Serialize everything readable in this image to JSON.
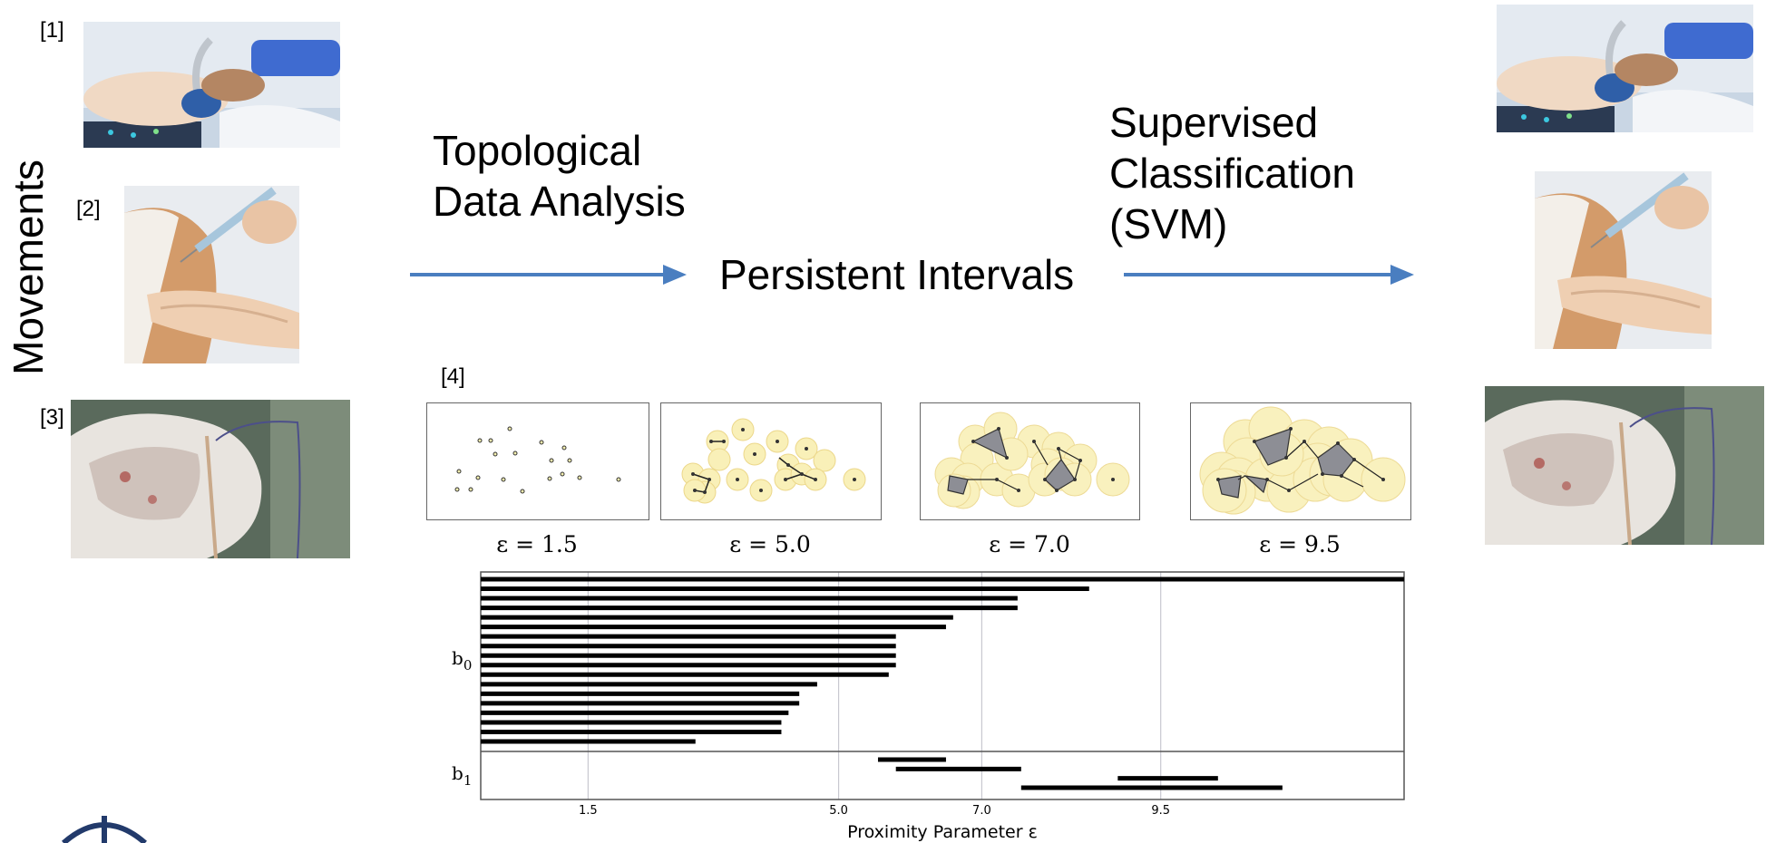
{
  "side_label": "Movements",
  "refs": [
    "[1]",
    "[2]",
    "[3]",
    "[4]"
  ],
  "photos": [
    {
      "name": "ultrasound-photo",
      "subject": "ultrasound probe"
    },
    {
      "name": "injection-photo",
      "subject": "syringe injection in arm"
    },
    {
      "name": "suturing-photo",
      "subject": "gloved hand suturing with needle holder"
    }
  ],
  "step1_label_line1": "Topological",
  "step1_label_line2": "Data Analysis",
  "center_label": "Persistent Intervals",
  "step2_label_line1": "Supervised",
  "step2_label_line2": "Classification",
  "step2_label_line3": "(SVM)",
  "arrow_color": "#4a7ec0",
  "eps_labels": [
    "ε = 1.5",
    "ε = 5.0",
    "ε = 7.0",
    "ε = 9.5"
  ],
  "chart_data": {
    "type": "barcode",
    "xlabel": "Proximity Parameter ε",
    "xticks": [
      1.5,
      5.0,
      7.0,
      9.5
    ],
    "xtick_labels": [
      "1.5",
      "5.0",
      "7.0",
      "9.5"
    ],
    "xlim": [
      0,
      12.9
    ],
    "grid": "vertical at ticks",
    "groups": [
      {
        "label": "b0",
        "intervals": [
          [
            0,
            12.9
          ],
          [
            0,
            8.5
          ],
          [
            0,
            7.5
          ],
          [
            0,
            7.5
          ],
          [
            0,
            6.6
          ],
          [
            0,
            6.5
          ],
          [
            0,
            5.8
          ],
          [
            0,
            5.8
          ],
          [
            0,
            5.8
          ],
          [
            0,
            5.8
          ],
          [
            0,
            5.7
          ],
          [
            0,
            4.7
          ],
          [
            0,
            4.45
          ],
          [
            0,
            4.45
          ],
          [
            0,
            4.3
          ],
          [
            0,
            4.2
          ],
          [
            0,
            4.2
          ],
          [
            0,
            3.0
          ]
        ]
      },
      {
        "label": "b1",
        "intervals": [
          [
            5.55,
            6.5
          ],
          [
            5.8,
            7.55
          ],
          [
            8.9,
            10.3
          ],
          [
            7.55,
            11.2
          ]
        ]
      }
    ]
  }
}
